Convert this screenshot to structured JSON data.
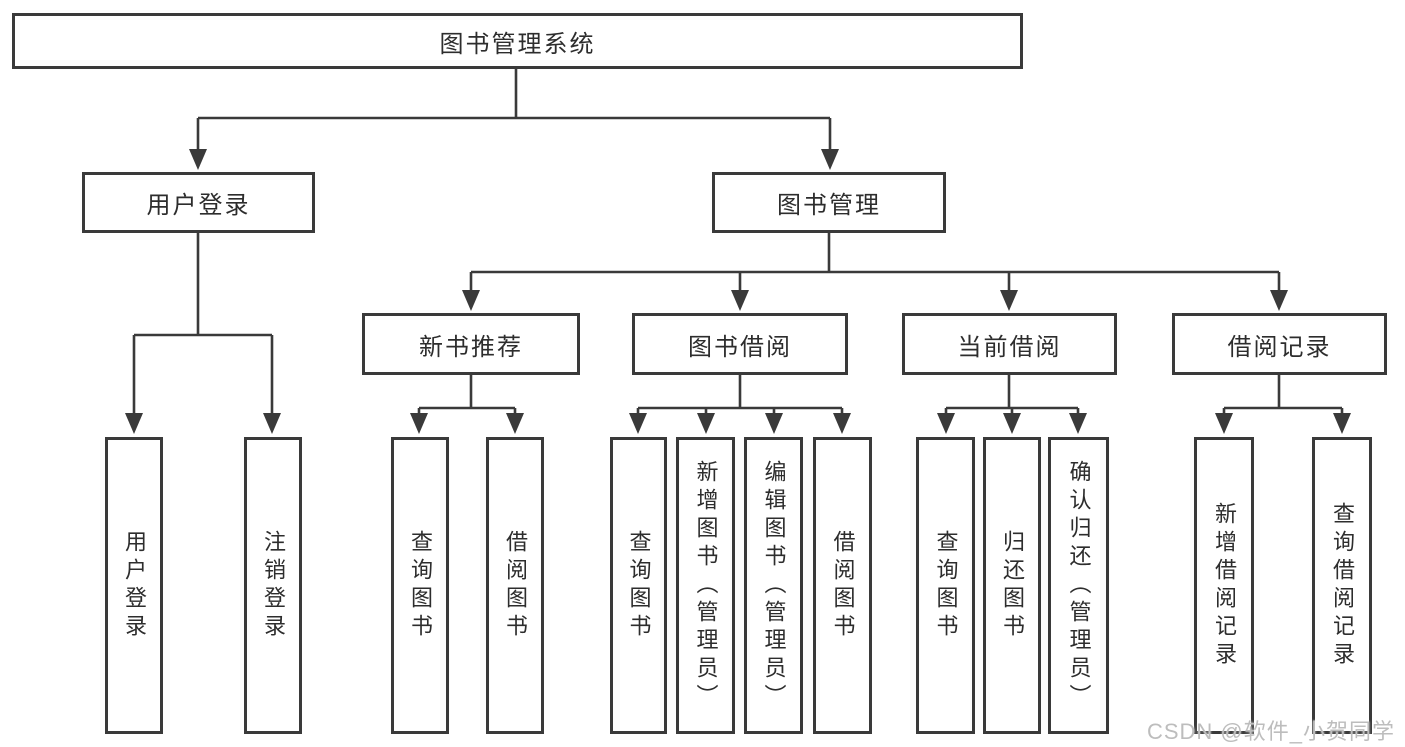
{
  "tree": {
    "label": "图书管理系统",
    "children": [
      {
        "label": "用户登录",
        "children": [
          {
            "label": "用户登录"
          },
          {
            "label": "注销登录"
          }
        ]
      },
      {
        "label": "图书管理",
        "children": [
          {
            "label": "新书推荐",
            "children": [
              {
                "label": "查询图书"
              },
              {
                "label": "借阅图书"
              }
            ]
          },
          {
            "label": "图书借阅",
            "children": [
              {
                "label": "查询图书"
              },
              {
                "label": "新增图书（管理员）"
              },
              {
                "label": "编辑图书（管理员）"
              },
              {
                "label": "借阅图书"
              }
            ]
          },
          {
            "label": "当前借阅",
            "children": [
              {
                "label": "查询图书"
              },
              {
                "label": "归还图书"
              },
              {
                "label": "确认归还（管理员）"
              }
            ]
          },
          {
            "label": "借阅记录",
            "children": [
              {
                "label": "新增借阅记录"
              },
              {
                "label": "查询借阅记录"
              }
            ]
          }
        ]
      }
    ]
  },
  "watermark": {
    "text": "CSDN @软件_小贺同学"
  },
  "colors": {
    "line": "#3a3a3a",
    "text": "#2d2d2d",
    "background": "#ffffff",
    "watermark": "#bdbdbd"
  }
}
